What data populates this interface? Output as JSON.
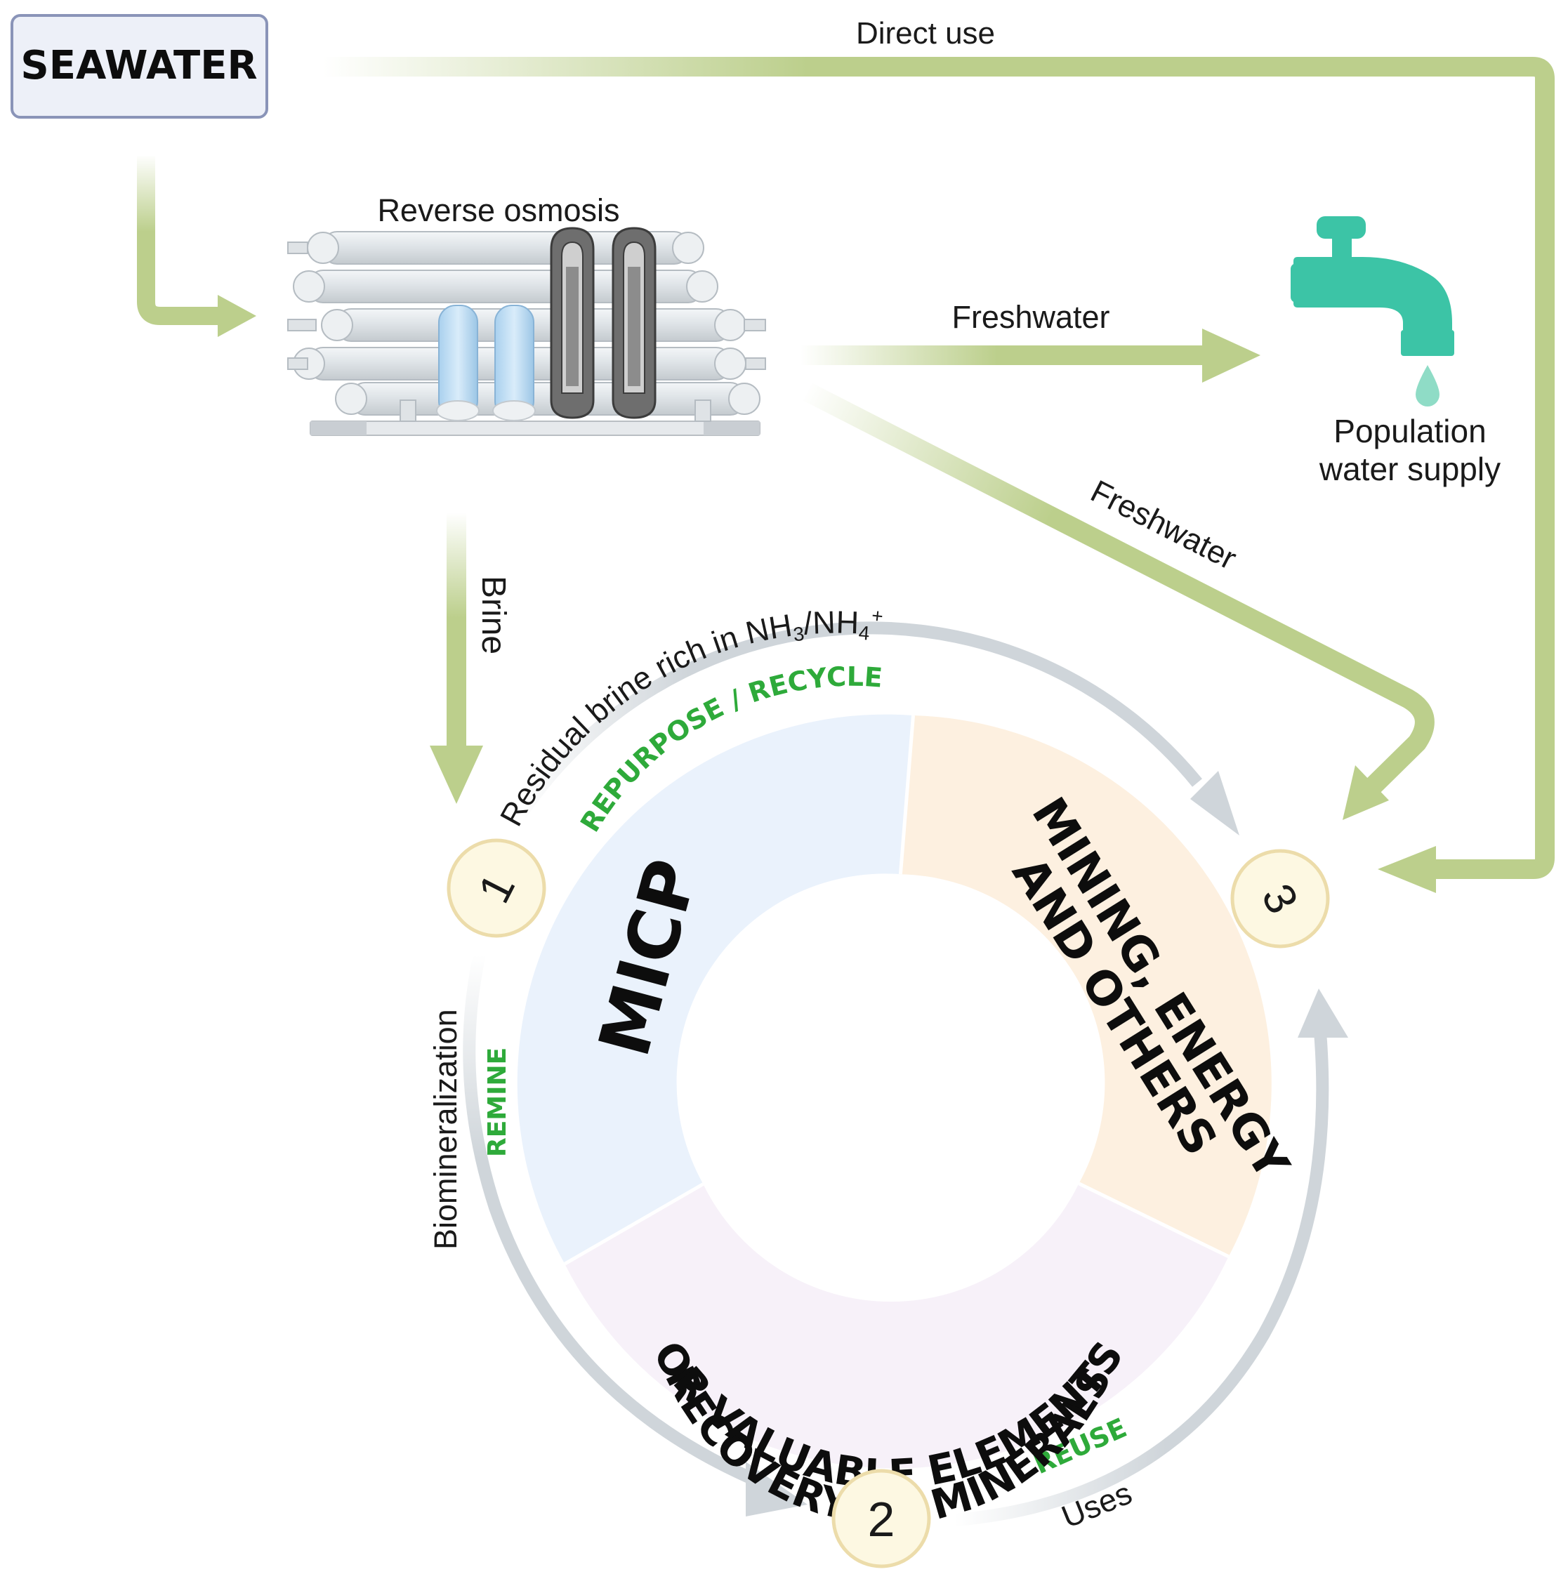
{
  "source": {
    "label": "SEAWATER"
  },
  "process": {
    "label": "Reverse osmosis"
  },
  "destination": {
    "label_line1": "Population",
    "label_line2": "water supply"
  },
  "flows": {
    "direct_use": "Direct use",
    "freshwater_to_supply": "Freshwater",
    "freshwater_to_cycle": "Freshwater",
    "brine": "Brine"
  },
  "cycle": {
    "residual_prefix": "Residual brine rich in NH",
    "residual_sub1": "3",
    "residual_mid": "/NH",
    "residual_sub2": "4",
    "residual_sup": "+",
    "biomineralization": "Biomineralization",
    "uses": "Uses",
    "repurpose": "REPURPOSE / RECYCLE",
    "remine": "REMINE",
    "reuse": "REUSE"
  },
  "segments": {
    "micp": "MICP",
    "mining_line1": "MINING, ENERGY",
    "mining_line2": "AND OTHERS",
    "recovery_line1": "RECOVERY OF MINERALS",
    "recovery_line2": "OR VALUABLE ELEMENTS"
  },
  "nodes": {
    "n1": "1",
    "n2": "2",
    "n3": "3"
  },
  "colors": {
    "flow_green": "#bccf8c",
    "cycle_gray": "#cfd5da",
    "tap_teal": "#3cc4a6",
    "micp_fill": "#eaf2fc",
    "mining_fill": "#fdf0e0",
    "recovery_fill": "#f7f1f9",
    "node_fill": "#fdf8e2",
    "node_stroke": "#ecdcaa",
    "label_green": "#2eaa3a"
  }
}
